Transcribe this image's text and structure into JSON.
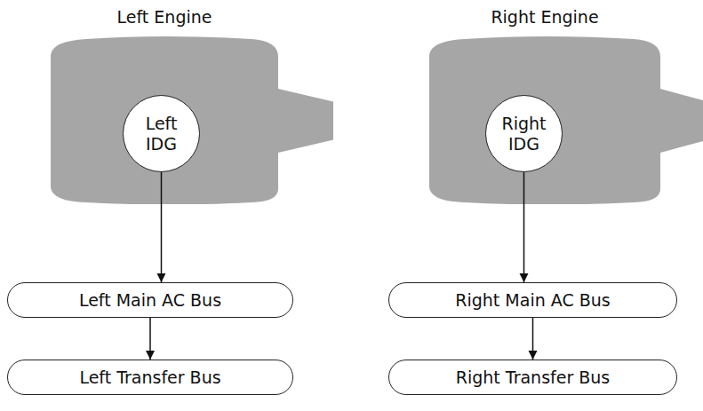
{
  "diagram": {
    "nodes": [
      {
        "text": [
          "Left Engine"
        ]
      },
      {
        "text": [
          "Left IDG"
        ],
        "in": 0
      },
      {
        "text": [
          "Left Main AC Bus"
        ]
      },
      {
        "text": [
          "Left Transfer Bus"
        ]
      },
      {
        "text": [
          "Right Engine"
        ]
      },
      {
        "text": [
          "Right IDG"
        ],
        "in": 4
      },
      {
        "text": [
          "Right Main AC Bus"
        ]
      },
      {
        "text": [
          "Right Transfer Bus"
        ]
      }
    ],
    "edges": [
      {
        "from": 1,
        "to": 2,
        "arrow": "to"
      },
      {
        "from": 2,
        "to": 3,
        "arrow": "to"
      },
      {
        "from": 5,
        "to": 6,
        "arrow": "to"
      },
      {
        "from": 6,
        "to": 7,
        "arrow": "to"
      }
    ]
  }
}
